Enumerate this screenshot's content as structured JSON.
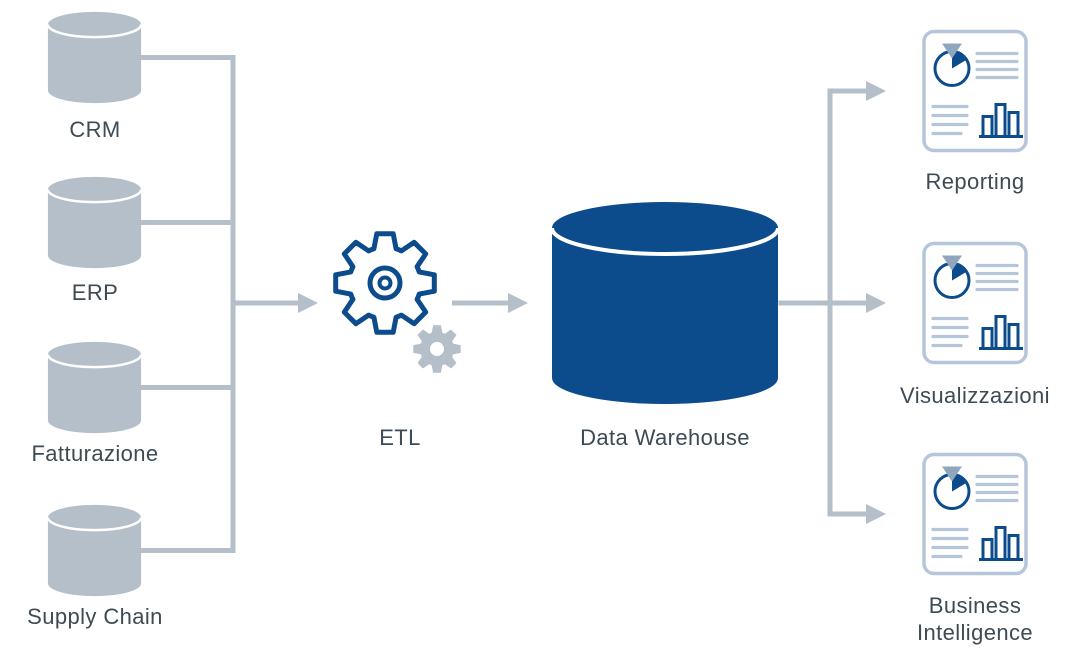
{
  "diagram": {
    "title": "ETL Data Warehouse flow diagram",
    "sources": [
      {
        "label": "CRM",
        "icon": "database-icon"
      },
      {
        "label": "ERP",
        "icon": "database-icon"
      },
      {
        "label": "Fatturazione",
        "icon": "database-icon"
      },
      {
        "label": "Supply Chain",
        "icon": "database-icon"
      }
    ],
    "etl": {
      "label": "ETL",
      "icon": "gears-icon"
    },
    "warehouse": {
      "label": "Data Warehouse",
      "icon": "database-cylinder-icon"
    },
    "outputs": [
      {
        "label": "Reporting",
        "icon": "report-document-icon"
      },
      {
        "label": "Visualizzazioni",
        "icon": "report-document-icon"
      },
      {
        "label": "Business Intelligence",
        "icon": "report-document-icon"
      }
    ],
    "colors": {
      "source_gray": "#b4bfca",
      "primary_blue": "#0c4c8c",
      "icon_outline_blue": "#b5c6da",
      "triangle_gray_blue": "#90a6bd",
      "text": "#3e4a54",
      "background": "#ffffff"
    }
  }
}
